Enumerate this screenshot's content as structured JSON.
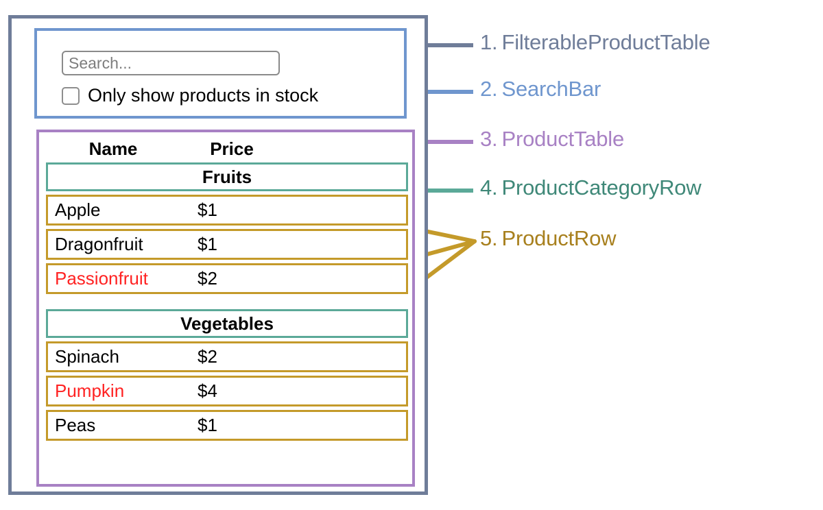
{
  "colors": {
    "outer": "#6f7d99",
    "searchbar": "#6f96ce",
    "producttable": "#a881c4",
    "categoryrow": "#5ba998",
    "productrow": "#c49a2a",
    "out_of_stock_text": "#ff2222",
    "text": "#000000",
    "placeholder": "#7d7d7d"
  },
  "searchbar": {
    "input_value": "",
    "input_placeholder": "Search...",
    "checkbox_label": "Only show products in stock",
    "checkbox_checked": false
  },
  "producttable": {
    "columns": [
      "Name",
      "Price"
    ],
    "sections": [
      {
        "category": "Fruits",
        "rows": [
          {
            "name": "Apple",
            "price": "$1",
            "in_stock": true
          },
          {
            "name": "Dragonfruit",
            "price": "$1",
            "in_stock": true
          },
          {
            "name": "Passionfruit",
            "price": "$2",
            "in_stock": false
          }
        ]
      },
      {
        "category": "Vegetables",
        "rows": [
          {
            "name": "Spinach",
            "price": "$2",
            "in_stock": true
          },
          {
            "name": "Pumpkin",
            "price": "$4",
            "in_stock": false
          },
          {
            "name": "Peas",
            "price": "$1",
            "in_stock": true
          }
        ]
      }
    ]
  },
  "annotations": [
    {
      "number": "1.",
      "label": "FilterableProductTable",
      "color": "#6f7d99"
    },
    {
      "number": "2.",
      "label": "SearchBar",
      "color": "#6f96ce"
    },
    {
      "number": "3.",
      "label": "ProductTable",
      "color": "#a881c4"
    },
    {
      "number": "4.",
      "label": "ProductCategoryRow",
      "color": "#5ba998"
    },
    {
      "number": "5.",
      "label": "ProductRow",
      "color": "#c49a2a"
    }
  ]
}
